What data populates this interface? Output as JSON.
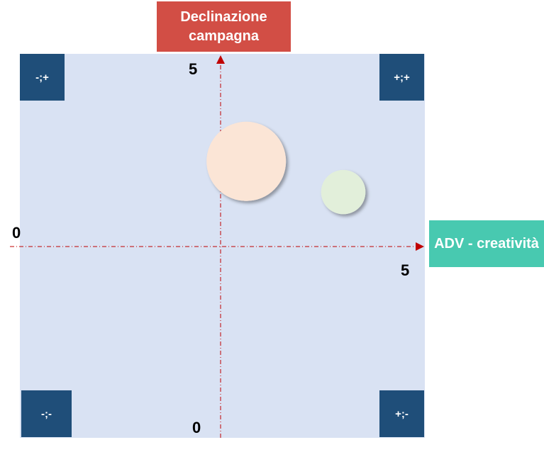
{
  "chart_data": {
    "type": "scatter",
    "xlabel": "ADV - creatività",
    "ylabel": "Declinazione campagna",
    "xlim": [
      0,
      5
    ],
    "ylim": [
      0,
      5
    ],
    "x_ticks": {
      "min": "0",
      "max": "5"
    },
    "y_ticks": {
      "min": "0",
      "max": "5"
    },
    "quadrant_labels": {
      "top_left": "-;+",
      "top_right": "+;+",
      "bottom_left": "-;-",
      "bottom_right": "+;-"
    },
    "points": [
      {
        "x": 2.8,
        "y": 3.6,
        "size": 3.2,
        "color": "#fbe5d6"
      },
      {
        "x": 4.0,
        "y": 3.2,
        "size": 1.0,
        "color": "#e2efda"
      }
    ],
    "colors": {
      "plot_background": "#d9e2f3",
      "quadrant_box": "#1f4e79",
      "y_axis_box": "#d24e45",
      "x_axis_box": "#48c9b0",
      "axis_line": "#c00000"
    }
  }
}
